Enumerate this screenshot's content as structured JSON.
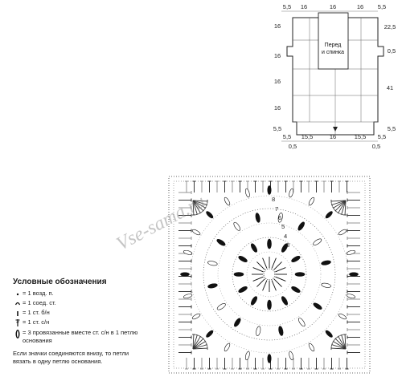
{
  "schematic": {
    "panel_label_line1": "Перед",
    "panel_label_line2": "и спинка",
    "top_dims": [
      "5,5",
      "16",
      "16",
      "16",
      "5,5"
    ],
    "bottom_dims": [
      "5,5",
      "15,5",
      "16",
      "15,5",
      "5,5"
    ],
    "bottom_small": [
      "0,5",
      "0,5"
    ],
    "left_dims": [
      "16",
      "16",
      "16",
      "16",
      "5,5"
    ],
    "right_dims": [
      "22,5",
      "0,5",
      "41",
      "5,5"
    ]
  },
  "motif": {
    "round_numbers": [
      "8",
      "7",
      "6",
      "5",
      "4",
      "3"
    ]
  },
  "watermark": "Vse-sama.ru",
  "legend": {
    "title": "Условные обозначения",
    "items": [
      {
        "icon": "chain-dot-icon",
        "text": "= 1 возд. п."
      },
      {
        "icon": "slip-stitch-icon",
        "text": "= 1 соед. ст."
      },
      {
        "icon": "single-crochet-icon",
        "text": "= 1 ст. б/н"
      },
      {
        "icon": "double-crochet-icon",
        "text": "= 1 ст. с/н"
      },
      {
        "icon": "three-together-icon",
        "text": "= 3 провязанные вместе ст. с/н в 1 петлю основания"
      }
    ],
    "note": "Если значки соединяются внизу, то петли вязать в одну петлю основания."
  }
}
